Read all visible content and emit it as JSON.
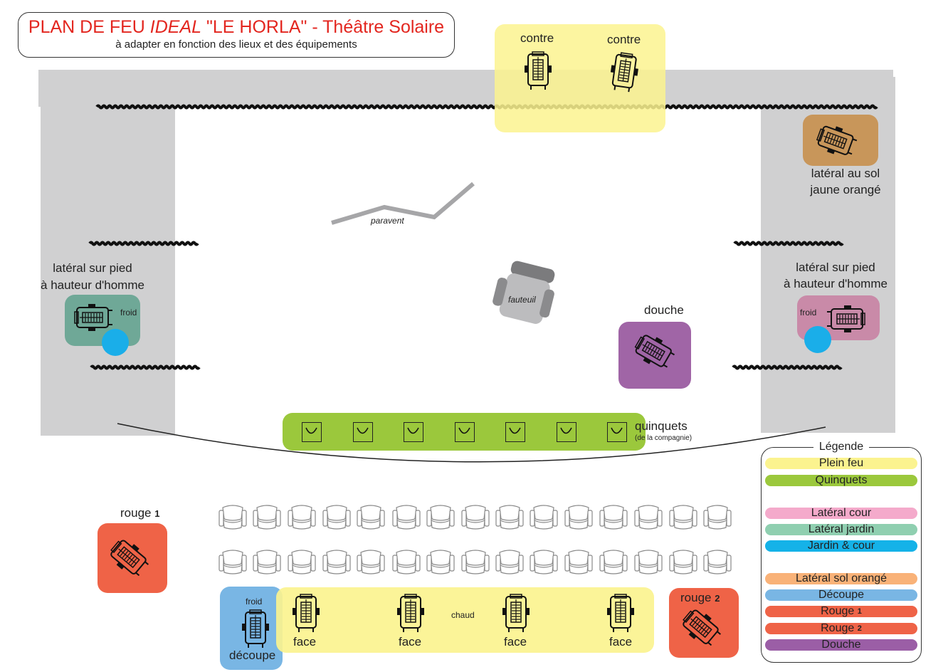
{
  "title": {
    "main_prefix": "PLAN DE FEU ",
    "main_italic": "IDEAL",
    "main_suffix": " \"LE HORLA\" - Théâtre Solaire",
    "subtitle": "à adapter en fonction des lieux et des équipements"
  },
  "stage": {
    "contre_left": "contre",
    "contre_right": "contre",
    "lateral_sol_line1": "latéral au sol",
    "lateral_sol_line2": "jaune orangé",
    "lateral_pied_left_line1": "latéral sur pied",
    "lateral_pied_left_line2": "à hauteur d'homme",
    "lateral_pied_right_line1": "latéral sur pied",
    "lateral_pied_right_line2": "à hauteur d'homme",
    "froid_left": "froid",
    "froid_right": "froid",
    "paravent": "paravent",
    "fauteuil": "fauteuil",
    "douche": "douche",
    "quinquets": "quinquets",
    "quinquets_note": "(de la compagnie)"
  },
  "house": {
    "rouge1_text": "rouge ",
    "rouge1_num": "1",
    "rouge2_text": "rouge ",
    "rouge2_num": "2",
    "froid": "froid",
    "decoupe": "découpe",
    "chaud": "chaud",
    "face_labels": [
      "face",
      "face",
      "face",
      "face"
    ]
  },
  "legend": {
    "title": "Légende",
    "items": [
      {
        "label": "Plein feu",
        "color": "#fbf38f"
      },
      {
        "label": "Quinquets",
        "color": "#9bc83c"
      },
      {
        "label": "Latéral cour",
        "color": "#f4aacb"
      },
      {
        "label": "Latéral jardin",
        "color": "#8fcfb0"
      },
      {
        "label": "Jardin & cour",
        "color": "#15b2e8"
      },
      {
        "label": "Latéral sol orangé",
        "color": "#f9b278"
      },
      {
        "label": "Découpe",
        "color": "#79b6e4"
      },
      {
        "label": "Rouge",
        "num": "1",
        "color": "#ef6347"
      },
      {
        "label": "Rouge",
        "num": "2",
        "color": "#ef6347"
      },
      {
        "label": "Douche",
        "color": "#9b5ea6"
      }
    ]
  },
  "colors": {
    "yellow": "#fbf38f",
    "green_zone": "#9bc83c",
    "teal_zone": "#6fa897",
    "pink_zone": "#c98aa8",
    "brown_zone": "#c8965a",
    "purple_zone": "#a065a6",
    "red_zone": "#ef6347",
    "blue_zone": "#79b6e4",
    "cyan_dot": "#1aaee9",
    "stage_grey": "#d0d0d1"
  },
  "icons": {
    "projector": "stage-projector-icon",
    "seat": "theatre-seat-icon",
    "quinquet": "footlight-icon",
    "curtain": "curtain-wave-icon"
  }
}
